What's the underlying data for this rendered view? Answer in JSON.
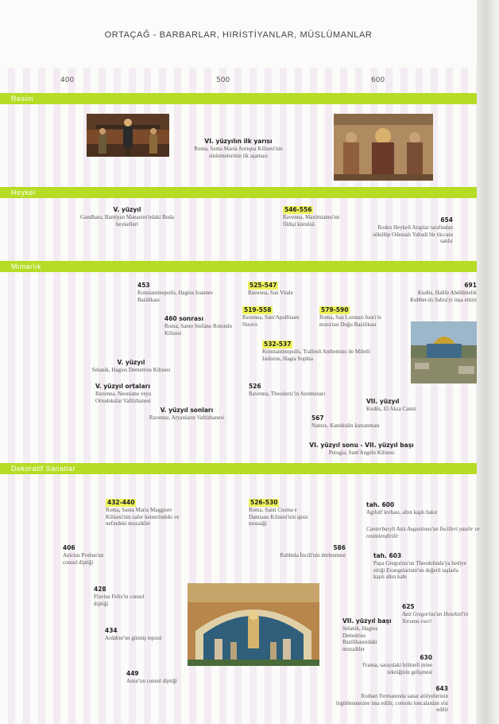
{
  "page_title": "ORTAÇAĞ - BARBARLAR, HIRİSTİYANLAR, MÜSLÜMANLAR",
  "years": [
    "400",
    "500",
    "600"
  ],
  "sections": {
    "painting": "Resim",
    "sculpture": "Heykel",
    "architecture": "Mimarlık",
    "decorative": "Dekoratif Sanatlar"
  },
  "painting": {
    "e1": {
      "date": "VI. yüzyılın ilk yarısı",
      "text": "Roma, Santa Maria Antiqua Kilisesi'nin süslemelerinin ilk aşaması"
    }
  },
  "sculpture": {
    "e1": {
      "date": "V. yüzyıl",
      "text": "Gandhara, Bamiyan Manastırı'ndaki Buda heykelleri"
    },
    "e2": {
      "date": "546-556",
      "text": "Ravenna, Maximianus'un fildişi kürsüsü"
    },
    "e3": {
      "date": "654",
      "text": "Rodos Heykeli Araplar tarafından sökülüp Odessalı Yahudi bir tüccara satılır"
    }
  },
  "architecture": {
    "e1": {
      "date": "453",
      "text": "Konstantinopolis, Hagios Ioannes Bazilikası"
    },
    "e2": {
      "date": "525-547",
      "text": "Ravenna, San Vitale"
    },
    "e3": {
      "date": "691",
      "text": "Kudüs, Halife Abdülmelik Kubbet-üs Sahra'yı inşa ettirir"
    },
    "e4": {
      "date": "460 sonrası",
      "text": "Roma, Santo Stefano Rotondo Kilisesi"
    },
    "e5": {
      "date": "519-558",
      "text": "Ravenna, Sant'Apollinare Nuovo"
    },
    "e6": {
      "date": "579-590",
      "text": "Roma, San Lorenzo fuori le mura'nın Doğu Bazilikası"
    },
    "e7": {
      "date": "532-537",
      "text": "Konstantinopolis, Trallesli Anthemius ile Miletli Isidorus, Hagia Sophia"
    },
    "e8": {
      "date": "V. yüzyıl",
      "text": "Selanik, Hagios Demetrios Kilisesi"
    },
    "e9": {
      "date": "V. yüzyıl ortaları",
      "text": "Ravenna, Neoniano veya Ortodokslar Vaftizhanesi"
    },
    "e10": {
      "date": "526",
      "text": "Ravenna, Theodoric'in Anıtmezarı"
    },
    "e11": {
      "date": "VII. yüzyıl",
      "text": "Kudüs, El Aksa Camii"
    },
    "e12": {
      "date": "V. yüzyıl sonları",
      "text": "Ravenna, Aryanların Vaftizhanesi"
    },
    "e13": {
      "date": "567",
      "text": "Nantes, Katedralin kutsanması"
    },
    "e14": {
      "date": "VI. yüzyıl sonu - VII. yüzyıl başı",
      "text": "Perugia, Sant'Angelo Kilisesi"
    }
  },
  "decorative": {
    "e1": {
      "date": "432-440",
      "text": "Roma, Santa Maria Maggiore Kilisesi'nin zafer kemerindeki ve nefindeki mozaikler"
    },
    "e2": {
      "date": "526-530",
      "text": "Roma, Santi Cosma e Damiano Kilisesi'nin apsis mozaiği"
    },
    "e3": {
      "date": "tah. 600",
      "text": "Agilulf levhası, altın kaplı bakır"
    },
    "e4": {
      "text": "Canterburyli Aziz Augustinus'un İncilleri yazılır ve resimlendirilir"
    },
    "e5": {
      "date": "406",
      "text": "Anicius Probus'un consul diptiği"
    },
    "e6": {
      "date": "586",
      "text": "Rabbula İncili'nin derlenmesi"
    },
    "e7": {
      "date": "tah. 603",
      "text": "Papa Gregorius'un Theodolinda'ya hediye ettiği Evangelarium'un değerli taşlarla kaplı altın kabı"
    },
    "e8": {
      "date": "428",
      "text": "Flavius Felix'in consul diptiği"
    },
    "e9": {
      "date": "625",
      "text": "Aziz Gregorius'un Hezekiel'in Yorumu eseri"
    },
    "e10": {
      "date": "434",
      "text": "Ardabur'un gümüş tepsisi"
    },
    "e11": {
      "date": "VII. yüzyıl başı",
      "text": "Selanik, Hagios Demetrios Bazilikasındaki mozaikler"
    },
    "e12": {
      "date": "630",
      "text": "Fransa, saraydaki bölmeli mine tekniğinin gelişmesi"
    },
    "e13": {
      "date": "449",
      "text": "Astur'un consul diptiği"
    },
    "e14": {
      "date": "643",
      "text": "Rothari Fermanında sanat atölyelerinin örgütlenmesine ima edilir, comolu loncalardan söz edilir"
    }
  },
  "colors": {
    "band": "#b6dc25",
    "highlight": "#eef25a",
    "stripe": "#f3ecf2"
  }
}
